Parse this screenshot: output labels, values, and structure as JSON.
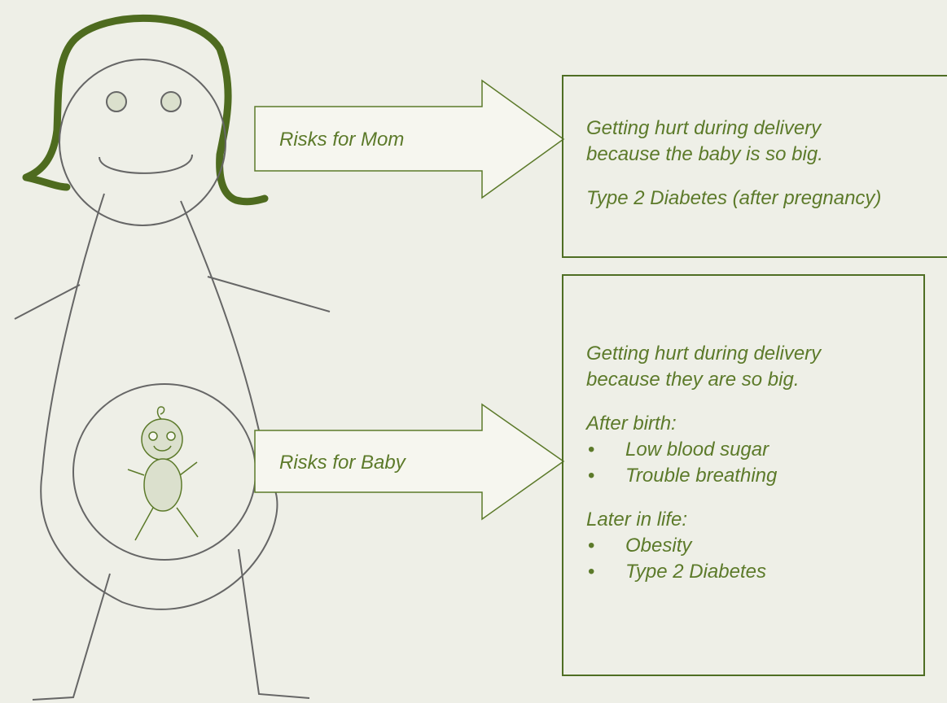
{
  "arrows": {
    "mom_label": "Risks for Mom",
    "baby_label": "Risks for Baby"
  },
  "mom_box": {
    "line1": "Getting hurt during delivery",
    "line2": "because the baby is so big.",
    "line3": "Type 2 Diabetes (after pregnancy)"
  },
  "baby_box": {
    "line1": "Getting hurt during delivery",
    "line2": "because they are so big.",
    "after_birth_heading": "After birth:",
    "after_birth_items": [
      "Low blood sugar",
      "Trouble breathing"
    ],
    "later_heading": "Later in life:",
    "later_items": [
      "Obesity",
      "Type 2 Diabetes"
    ]
  },
  "colors": {
    "background": "#eeefe7",
    "text": "#5c7a2a",
    "box_border": "#4f6e24",
    "hair": "#4e6b1f",
    "outline": "#666666",
    "baby_fill": "#dbe0cd"
  },
  "icons": [
    "pregnant-woman-figure",
    "baby-figure",
    "right-arrow"
  ]
}
